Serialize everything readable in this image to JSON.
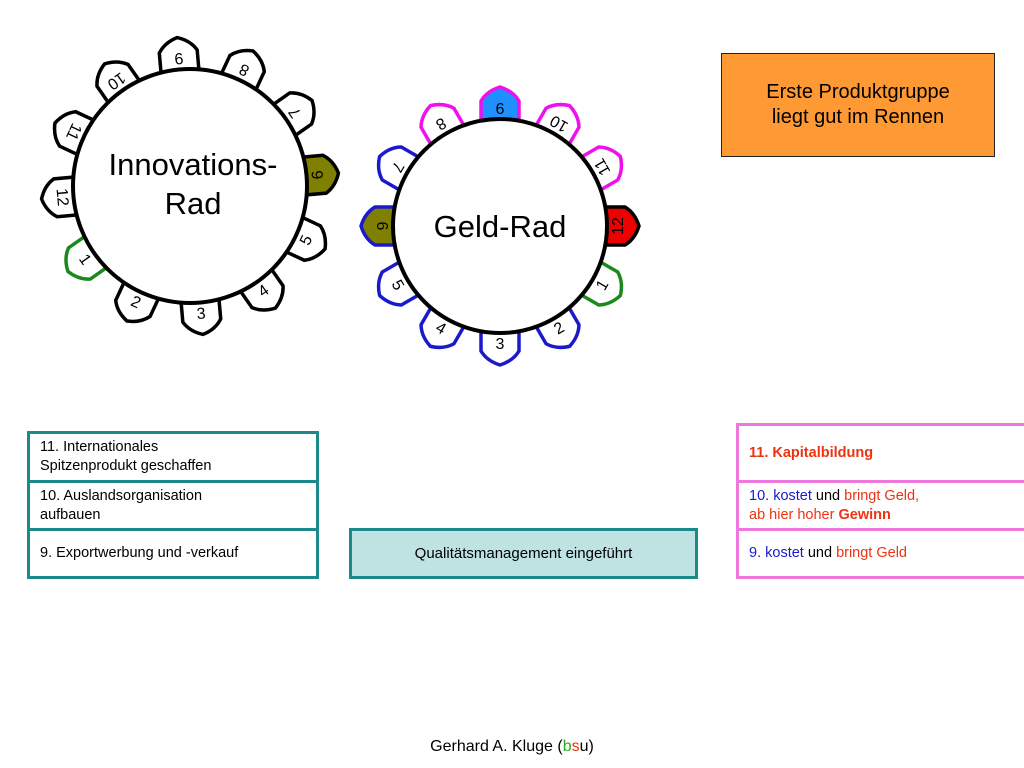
{
  "innovation_wheel": {
    "title_line1": "Innovations-",
    "title_line2": "Rad",
    "teeth": [
      {
        "label": "9",
        "fill": "#ffffff",
        "stroke": "#000000",
        "text_color": "#000000"
      },
      {
        "label": "8",
        "fill": "#ffffff",
        "stroke": "#000000",
        "text_color": "#000000"
      },
      {
        "label": "7",
        "fill": "#ffffff",
        "stroke": "#000000",
        "text_color": "#000000"
      },
      {
        "label": "6",
        "fill": "#808000",
        "stroke": "#000000",
        "text_color": "#000000"
      },
      {
        "label": "5",
        "fill": "#ffffff",
        "stroke": "#000000",
        "text_color": "#000000"
      },
      {
        "label": "4",
        "fill": "#ffffff",
        "stroke": "#000000",
        "text_color": "#000000"
      },
      {
        "label": "3",
        "fill": "#ffffff",
        "stroke": "#000000",
        "text_color": "#000000"
      },
      {
        "label": "2",
        "fill": "#ffffff",
        "stroke": "#000000",
        "text_color": "#000000"
      },
      {
        "label": "1",
        "fill": "#ffffff",
        "stroke": "#1a8a1a",
        "text_color": "#000000"
      },
      {
        "label": "12",
        "fill": "#ffffff",
        "stroke": "#000000",
        "text_color": "#000000"
      },
      {
        "label": "11",
        "fill": "#ffffff",
        "stroke": "#000000",
        "text_color": "#000000"
      },
      {
        "label": "10",
        "fill": "#ffffff",
        "stroke": "#000000",
        "text_color": "#000000"
      }
    ]
  },
  "money_wheel": {
    "title": "Geld-Rad",
    "teeth": [
      {
        "label": "9",
        "fill": "#1e90ff",
        "stroke": "#ee11ee",
        "text_color": "#000000"
      },
      {
        "label": "10",
        "fill": "#ffffff",
        "stroke": "#ee11ee",
        "text_color": "#000000"
      },
      {
        "label": "11",
        "fill": "#ffffff",
        "stroke": "#ee11ee",
        "text_color": "#000000"
      },
      {
        "label": "12",
        "fill": "#ee0000",
        "stroke": "#000000",
        "text_color": "#000000"
      },
      {
        "label": "1",
        "fill": "#ffffff",
        "stroke": "#1a8a1a",
        "text_color": "#000000"
      },
      {
        "label": "2",
        "fill": "#ffffff",
        "stroke": "#1a1acc",
        "text_color": "#000000"
      },
      {
        "label": "3",
        "fill": "#ffffff",
        "stroke": "#1a1acc",
        "text_color": "#000000"
      },
      {
        "label": "4",
        "fill": "#ffffff",
        "stroke": "#1a1acc",
        "text_color": "#000000"
      },
      {
        "label": "5",
        "fill": "#ffffff",
        "stroke": "#1a1acc",
        "text_color": "#000000"
      },
      {
        "label": "6",
        "fill": "#808000",
        "stroke": "#1a1acc",
        "text_color": "#000000"
      },
      {
        "label": "7",
        "fill": "#ffffff",
        "stroke": "#1a1acc",
        "text_color": "#000000"
      },
      {
        "label": "8",
        "fill": "#ffffff",
        "stroke": "#ee11ee",
        "text_color": "#000000"
      }
    ]
  },
  "callout": {
    "line1": "Erste Produktgruppe",
    "line2": "liegt gut im Rennen"
  },
  "left_boxes": [
    {
      "line1": "11. Internationales",
      "line2": "Spitzenprodukt geschaffen"
    },
    {
      "line1": "10. Auslandsorganisation",
      "line2": "aufbauen"
    },
    {
      "line1": "9. Exportwerbung und -verkauf",
      "line2": ""
    }
  ],
  "center_box": "Qualitätsmanagement eingeführt",
  "right_boxes": {
    "b11": "11. Kapitalbildung",
    "b10": {
      "num": "10. ",
      "kostet": "kostet",
      "und": " und ",
      "bringt": "bringt Geld,",
      "ab": "ab hier hoher ",
      "gewinn": "Gewinn"
    },
    "b9": {
      "num": "9. ",
      "kostet": "kostet",
      "und": " und ",
      "bringt": "bringt Geld"
    }
  },
  "footer": {
    "author": "Gerhard A. Kluge (",
    "b": "b",
    "s": "s",
    "u": "u",
    "close": ")"
  },
  "colors": {
    "teal": "#1a8a8a",
    "pink": "#ee77dd",
    "orange": "#ff9933",
    "olive": "#808000"
  }
}
